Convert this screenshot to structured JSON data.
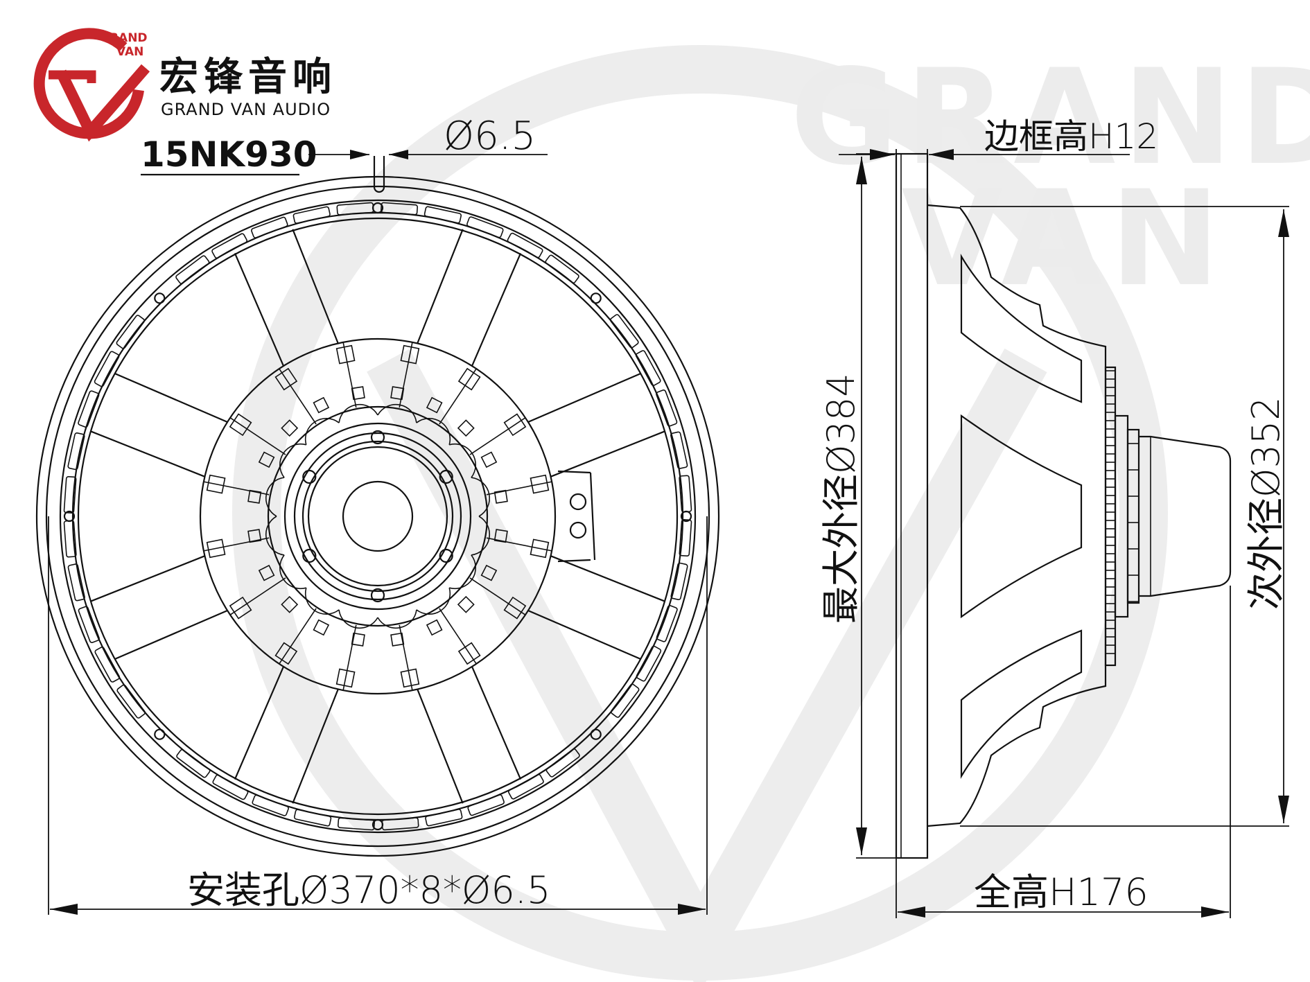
{
  "brand": {
    "logo_text_line1": "GRAND",
    "logo_text_line2": "VAN",
    "name_cn": "宏锋音响",
    "name_en": "GRAND VAN AUDIO",
    "logo_color": "#c8262b"
  },
  "model": "15NK930",
  "dimensions": {
    "slot_diameter": "Ø6.5",
    "mounting_holes": "安装孔Ø370*8*Ø6.5",
    "frame_height": "边框高H12",
    "max_outer_diameter": "最大外径Ø384",
    "secondary_outer_diameter": "次外径Ø352",
    "total_height": "全高H176"
  },
  "watermark": {
    "line1": "GRAND",
    "line2": "VAN"
  }
}
